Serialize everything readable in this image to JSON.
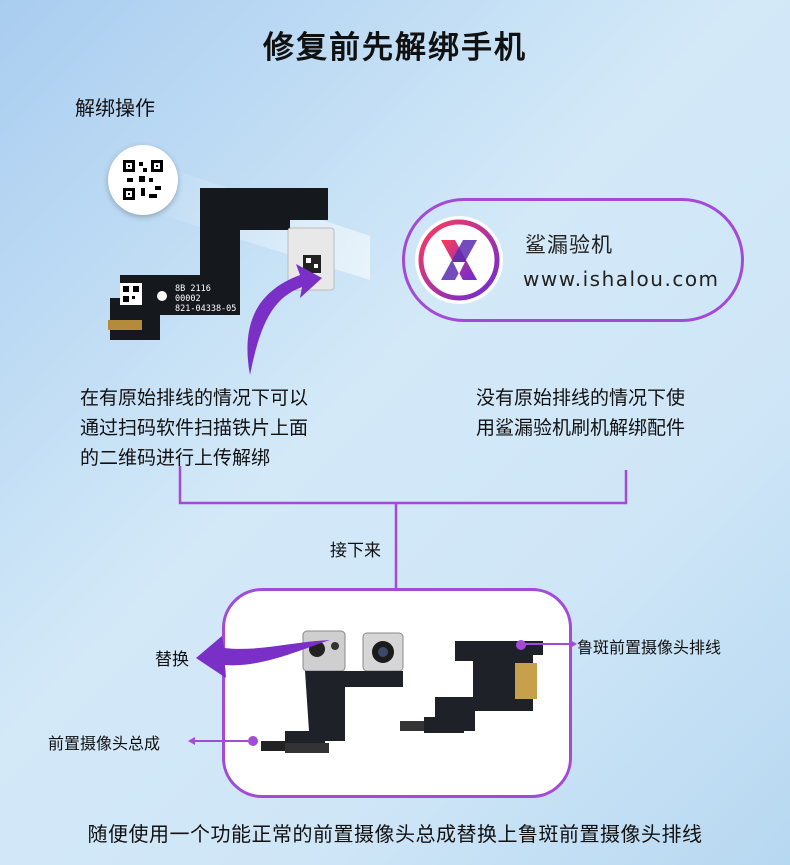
{
  "title": "修复前先解绑手机",
  "section_label": "解绑操作",
  "cable_print": {
    "line1": "8B 2116",
    "line2": "00002",
    "line3": "821-04338-05"
  },
  "brand": {
    "name": "鲨漏验机",
    "url": "www.ishalou.com"
  },
  "left_text": {
    "line1": "在有原始排线的情况下可以",
    "line2": "通过扫码软件扫描铁片上面",
    "line3": "的二维码进行上传解绑"
  },
  "right_text": {
    "line1": "没有原始排线的情况下使",
    "line2": "用鲨漏验机刷机解绑配件"
  },
  "next_label": "接下来",
  "replace_label": "替换",
  "assembly_label": "前置摄像头总成",
  "ludan_label": "鲁斑前置摄像头排线",
  "caption": "随便使用一个功能正常的前置摄像头总成替换上鲁斑前置摄像头排线",
  "colors": {
    "accent": "#a34ad9",
    "connector_line": "#a34ad9",
    "arrow": "#7a2fc6"
  }
}
